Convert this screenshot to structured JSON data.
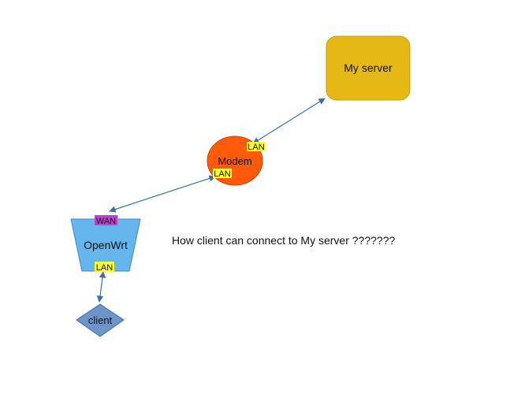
{
  "nodes": {
    "server": {
      "label": "My server",
      "fill": "#e6b813",
      "stroke": "#c89c10"
    },
    "modem": {
      "label": "Modem",
      "fill": "#ff5a0a",
      "stroke": "#c84a10"
    },
    "openwrt": {
      "label": "OpenWrt",
      "fill": "#66b6ee",
      "stroke": "#3a86c8"
    },
    "client": {
      "label": "client",
      "fill": "#6d95ca",
      "stroke": "#3e6aa8"
    }
  },
  "ports": {
    "modem_lan_top": "LAN",
    "modem_lan_bottom": "LAN",
    "openwrt_wan": "WAN",
    "openwrt_lan": "LAN"
  },
  "port_colors": {
    "lan": "#ffff33",
    "wan": "#bb44cc"
  },
  "question": "How client can connect to My server ???????",
  "connector_color": "#3a6ea5"
}
